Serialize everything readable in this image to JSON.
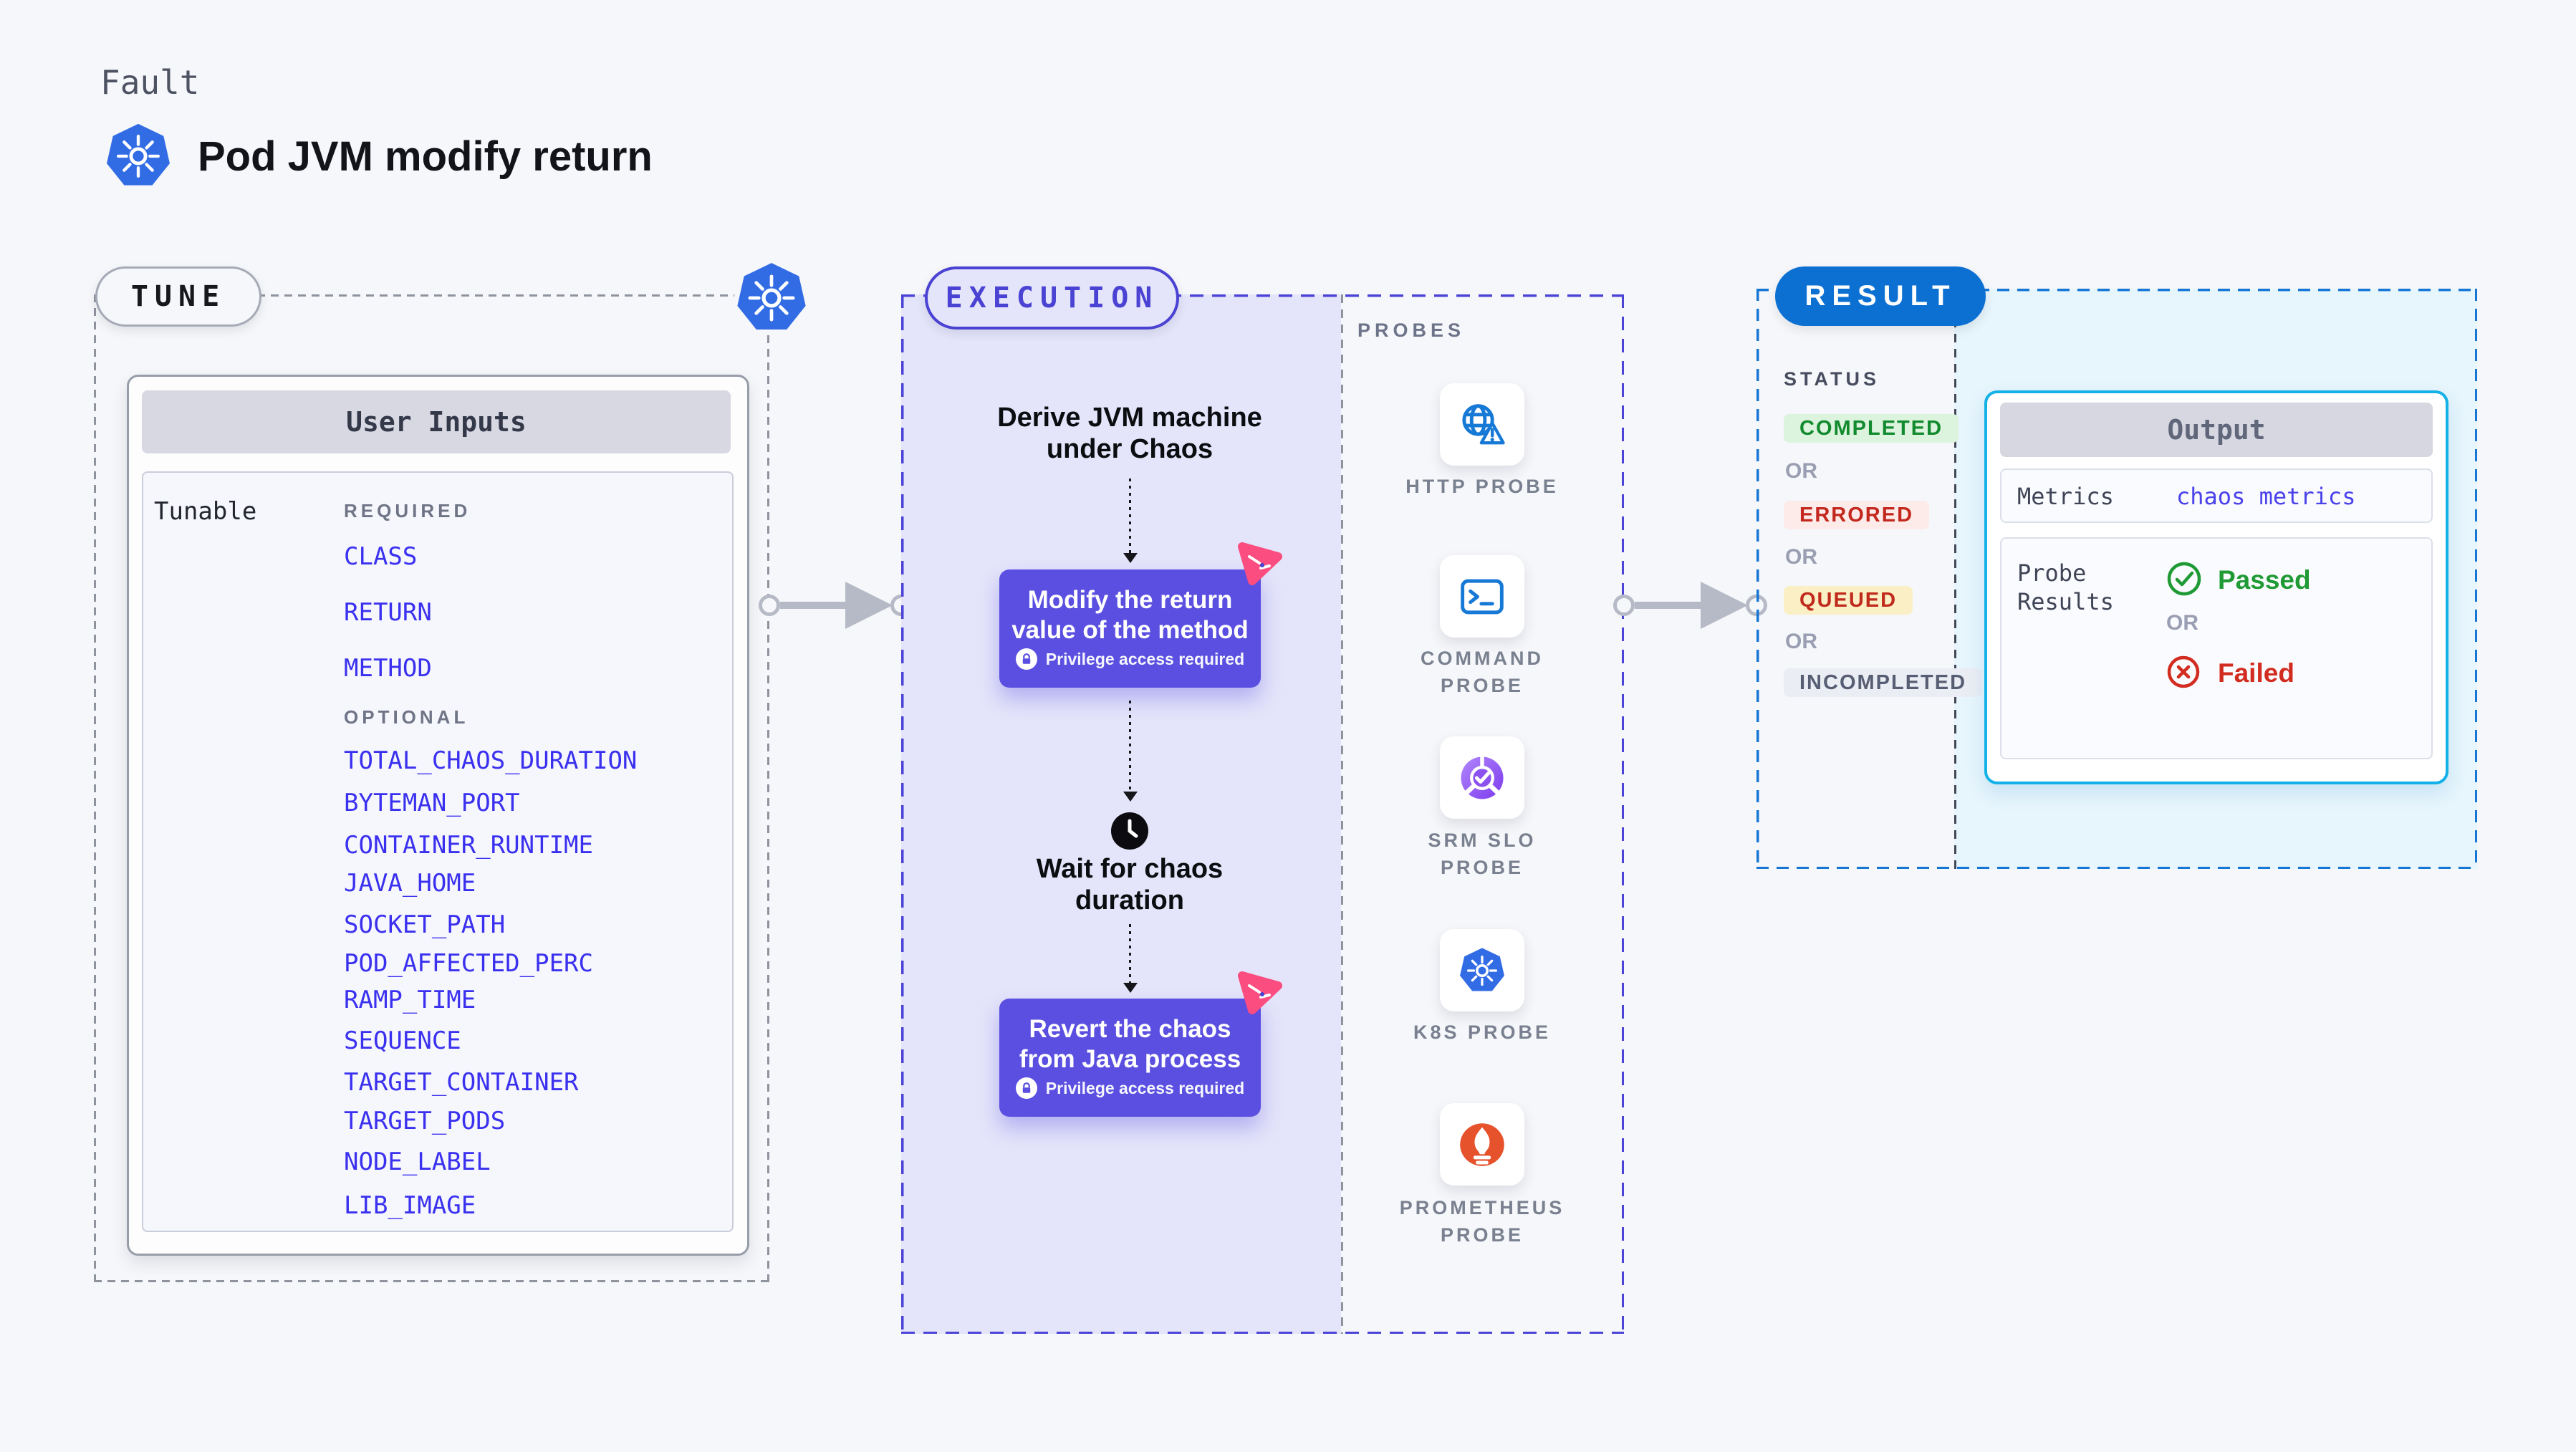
{
  "header": {
    "kicker": "Fault",
    "title": "Pod JVM modify return"
  },
  "tune": {
    "pill": "TUNE",
    "card_title": "User Inputs",
    "row_label": "Tunable",
    "required_heading": "REQUIRED",
    "optional_heading": "OPTIONAL",
    "required_items": [
      "CLASS",
      "RETURN",
      "METHOD"
    ],
    "optional_items": [
      "TOTAL_CHAOS_DURATION",
      "BYTEMAN_PORT",
      "CONTAINER_RUNTIME",
      "JAVA_HOME",
      "SOCKET_PATH",
      "POD_AFFECTED_PERC",
      "RAMP_TIME",
      "SEQUENCE",
      "TARGET_CONTAINER",
      "TARGET_PODS",
      "NODE_LABEL",
      "LIB_IMAGE"
    ]
  },
  "execution": {
    "pill": "EXECUTION",
    "step_derive": {
      "line1": "Derive JVM machine",
      "line2": "under Chaos"
    },
    "box_modify": {
      "line1": "Modify the return",
      "line2": "value of the method",
      "note": "Privilege access required"
    },
    "step_wait": {
      "line1": "Wait for chaos",
      "line2": "duration"
    },
    "box_revert": {
      "line1": "Revert the chaos",
      "line2": "from Java process",
      "note": "Privilege access required"
    }
  },
  "probes": {
    "heading": "PROBES",
    "items": [
      {
        "icon": "http-probe-icon",
        "line1": "HTTP PROBE",
        "line2": ""
      },
      {
        "icon": "command-probe-icon",
        "line1": "COMMAND",
        "line2": "PROBE"
      },
      {
        "icon": "srm-slo-probe-icon",
        "line1": "SRM SLO",
        "line2": "PROBE"
      },
      {
        "icon": "k8s-probe-icon",
        "line1": "K8S PROBE",
        "line2": ""
      },
      {
        "icon": "prometheus-probe-icon",
        "line1": "PROMETHEUS",
        "line2": "PROBE"
      }
    ]
  },
  "result": {
    "pill": "RESULT",
    "status_heading": "STATUS",
    "or": "OR",
    "statuses": [
      "COMPLETED",
      "ERRORED",
      "QUEUED",
      "INCOMPLETED"
    ],
    "output": {
      "title": "Output",
      "metrics_label": "Metrics",
      "metrics_value": "chaos metrics",
      "probe_label_line1": "Probe",
      "probe_label_line2": "Results",
      "passed": "Passed",
      "failed": "Failed"
    }
  },
  "colors": {
    "page_background": "#f6f7fa",
    "kubernetes_blue": "#326ce5",
    "accent_indigo": "#4a42d2",
    "purple_step_box": "#5a4fe0",
    "litmus_pink": "#fb4d80",
    "result_blue": "#0c70d2",
    "output_cyan_border": "#14b1e7",
    "param_link_blue": "#3a30ef",
    "passed_green": "#1f9a34",
    "failed_red": "#d22b1f",
    "status_completed_green": "#128a2e",
    "status_errored_red": "#c3271d",
    "status_queued_amber_text": "#c02a1c",
    "status_incompleted_gray": "#575e74",
    "probe_icon_blue": "#1779d6",
    "prometheus_orange": "#e6522c"
  }
}
